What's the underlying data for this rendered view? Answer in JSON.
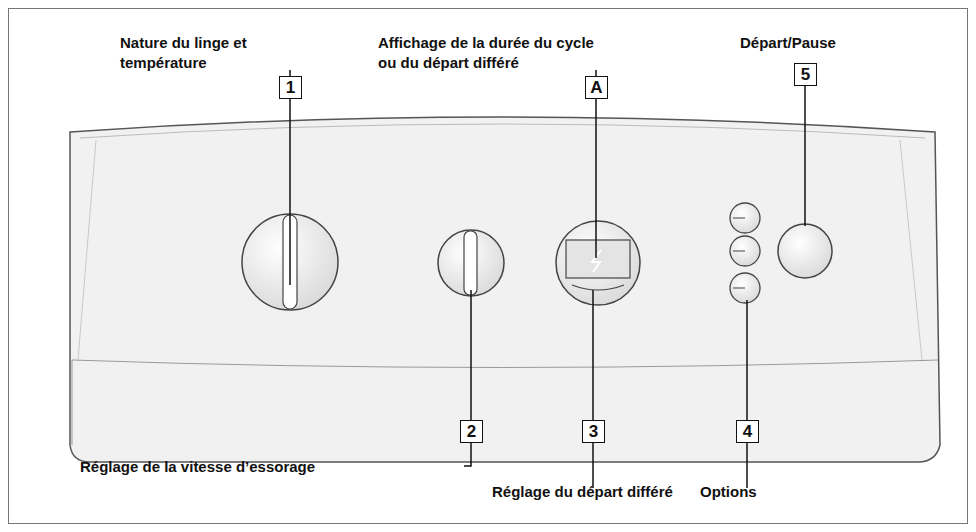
{
  "diagram": {
    "nodes": [
      {
        "text": [
          "1"
        ]
      },
      {
        "text": [
          "A"
        ]
      },
      {
        "text": [
          "5"
        ]
      },
      {
        "text": [
          "2"
        ]
      },
      {
        "text": [
          "3"
        ]
      },
      {
        "text": [
          "4"
        ]
      }
    ],
    "labels": [
      "Nature du linge et température",
      "Affichage de la durée du cycle ou du départ différé",
      "Départ/Pause",
      "Réglage de la vitesse d’essorage",
      "Réglage du départ différé",
      "Options"
    ]
  }
}
